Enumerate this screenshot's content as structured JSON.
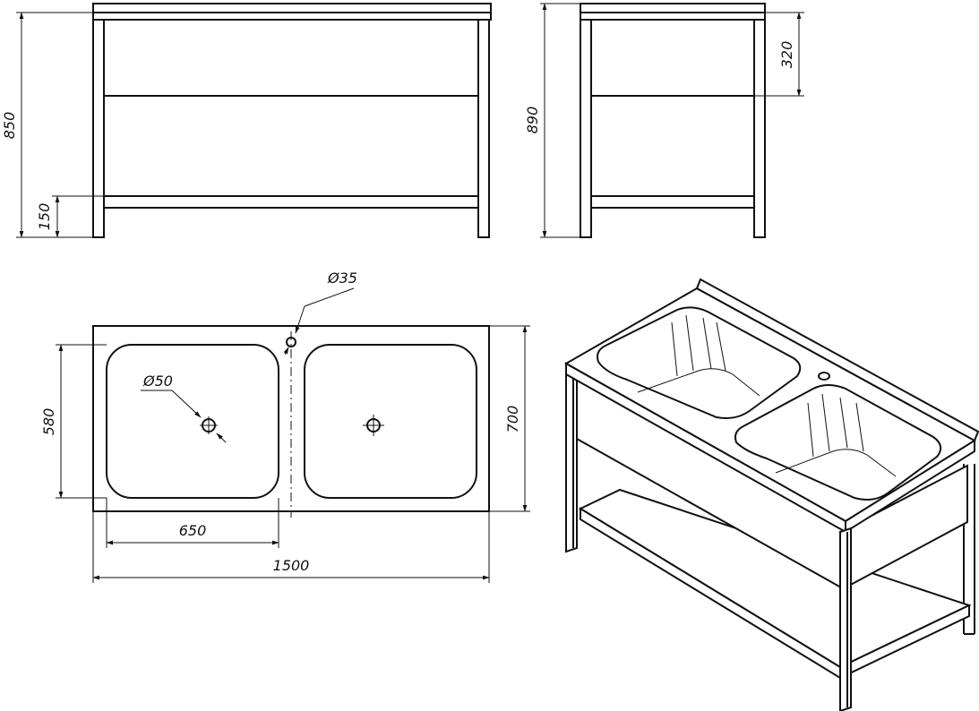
{
  "dimensions": {
    "front_height": "850",
    "front_shelf_height": "150",
    "side_height": "890",
    "side_top_depth": "320",
    "drain_diameter": "Ø50",
    "tap_hole_diameter": "Ø35",
    "top_depth": "700",
    "bowl_depth": "580",
    "bowl_width": "650",
    "total_width": "1500"
  }
}
